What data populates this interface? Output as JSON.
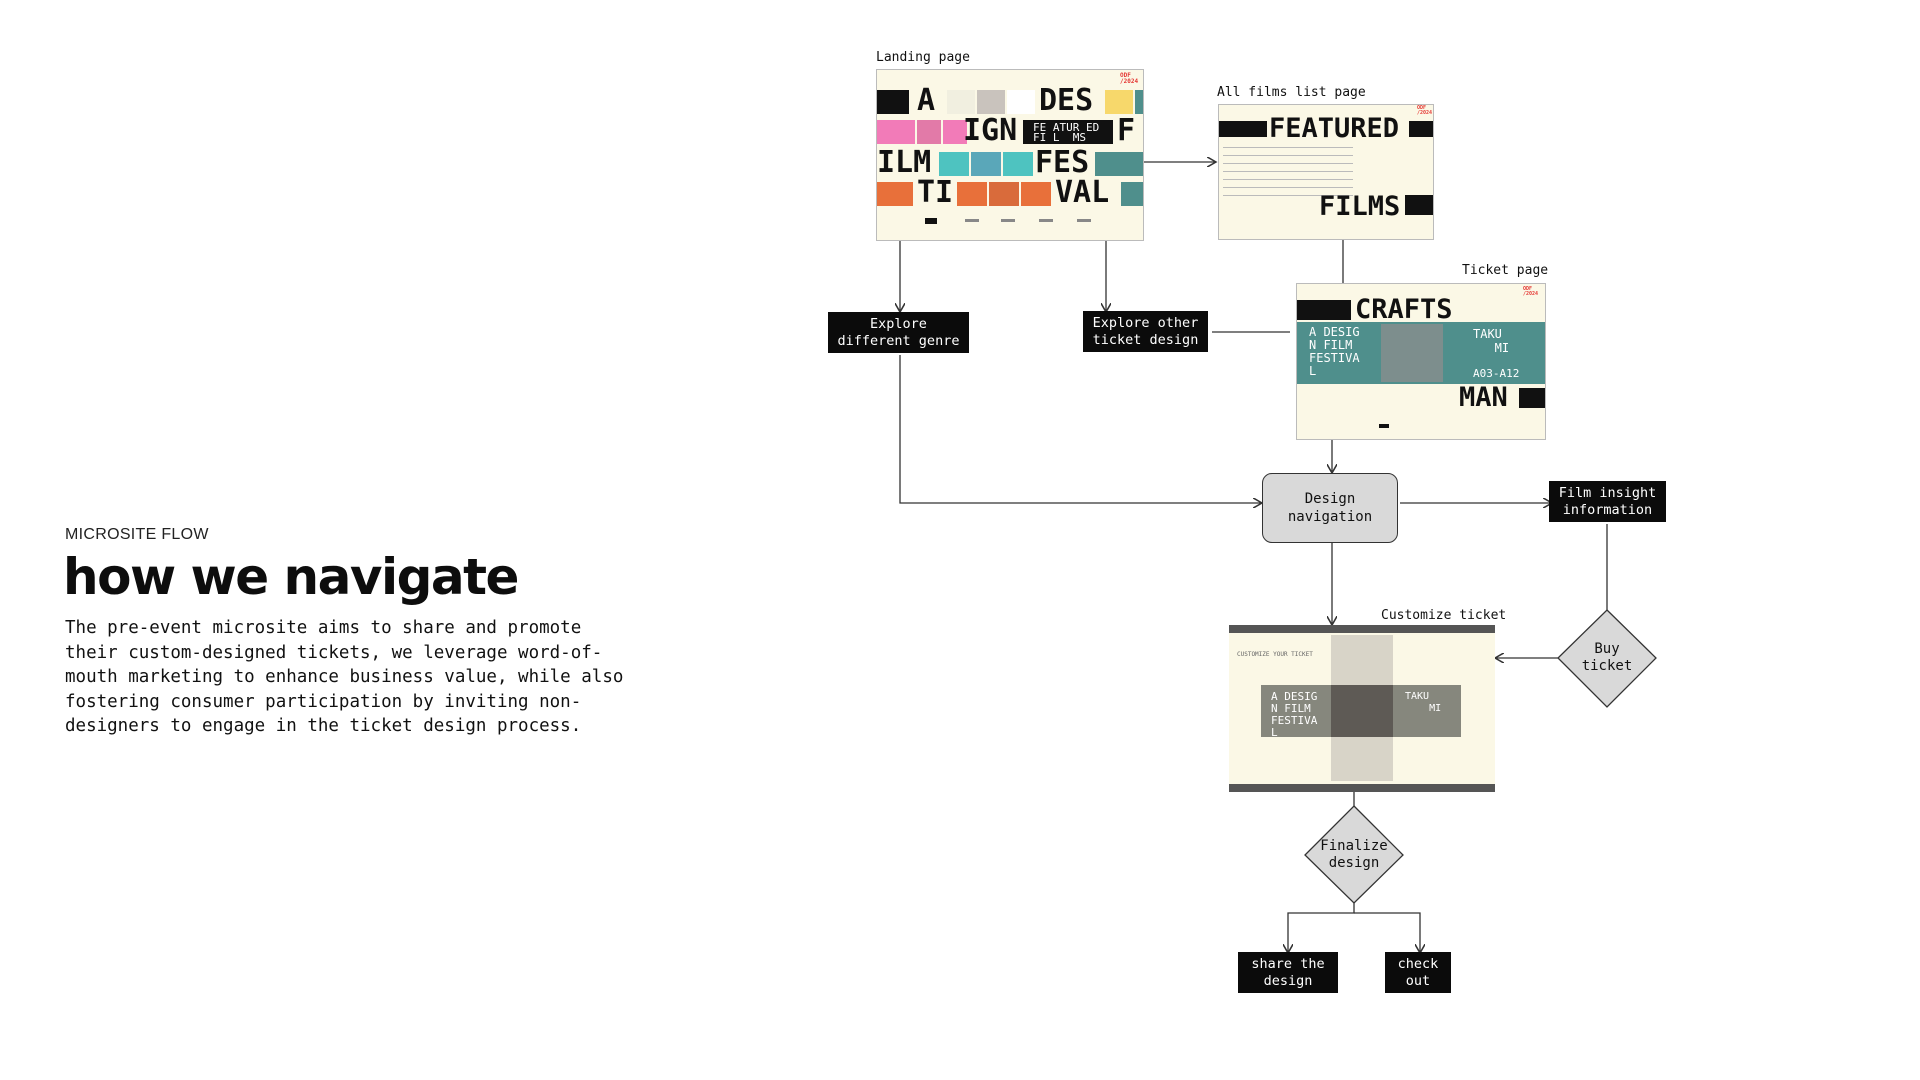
{
  "intro": {
    "eyebrow": "MICROSITE FLOW",
    "headline": "how we navigate",
    "description": "The pre-event microsite aims to share and promote\ntheir custom-designed tickets, we leverage word-of-\nmouth marketing to enhance business value, while also\nfostering consumer participation by inviting non-\ndesigners to engage in the ticket design process."
  },
  "pages": {
    "landing": {
      "caption": "Landing page",
      "big_text": [
        "A",
        "DES",
        "IGN",
        "F",
        "ILM",
        "FES",
        "TI",
        "VAL"
      ],
      "featured_text": "FE ATUR ED\nFI L  MS",
      "logo": "ODF\n/2024"
    },
    "all_films": {
      "caption": "All films list page",
      "title_top": "FEATURED",
      "title_bottom": "FILMS",
      "logo": "ODF\n/2024"
    },
    "ticket": {
      "caption": "Ticket page",
      "title_top": "CRAFTS",
      "title_bottom": "MAN",
      "ticket_left": "A DESIG\nN FILM\nFESTIVA\nL",
      "ticket_right": "TAKU\n   MI",
      "ticket_code": "A03-A12",
      "logo": "ODF\n/2024"
    },
    "customize": {
      "caption": "Customize ticket",
      "header": "CUSTOMIZE YOUR TICKET",
      "ticket_left": "A DESIG\nN FILM\nFESTIVA\nL",
      "ticket_right": "TAKU\n    MI"
    }
  },
  "flow": {
    "explore_genre": "Explore\ndifferent genre",
    "explore_ticket": "Explore other\nticket design",
    "design_navigation": "Design\nnavigation",
    "film_insight": "Film insight\ninformation",
    "buy_ticket": "Buy\nticket",
    "finalize_design": "Finalize\ndesign",
    "share_design": "share the\ndesign",
    "check_out": "check\nout"
  },
  "colors": {
    "label_bg": "#0b0b0b",
    "node_gray": "#d9d9d9",
    "thumb_bg": "#fbf8e6",
    "teal": "#4f8f8c",
    "pink": "#f27bb8",
    "orange": "#e8703a",
    "accent_red": "#e53935"
  }
}
